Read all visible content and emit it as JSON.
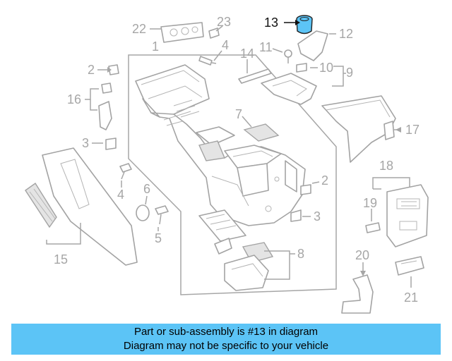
{
  "highlighted_part": "13",
  "callouts": {
    "c1": "1",
    "c2a": "2",
    "c2b": "2",
    "c3a": "3",
    "c3b": "3",
    "c4a": "4",
    "c4b": "4",
    "c5": "5",
    "c6": "6",
    "c7": "7",
    "c8": "8",
    "c9": "9",
    "c10": "10",
    "c11": "11",
    "c12": "12",
    "c13": "13",
    "c14": "14",
    "c15": "15",
    "c16": "16",
    "c17": "17",
    "c18": "18",
    "c19": "19",
    "c20": "20",
    "c21": "21",
    "c22": "22",
    "c23": "23"
  },
  "colors": {
    "banner": "#5cc4f6",
    "highlight": "#5cc4f6",
    "linework": "#a6a6a6"
  },
  "banner": {
    "line1": "Part or sub-assembly is #13 in diagram",
    "line2": "Diagram may not be specific to your vehicle"
  }
}
